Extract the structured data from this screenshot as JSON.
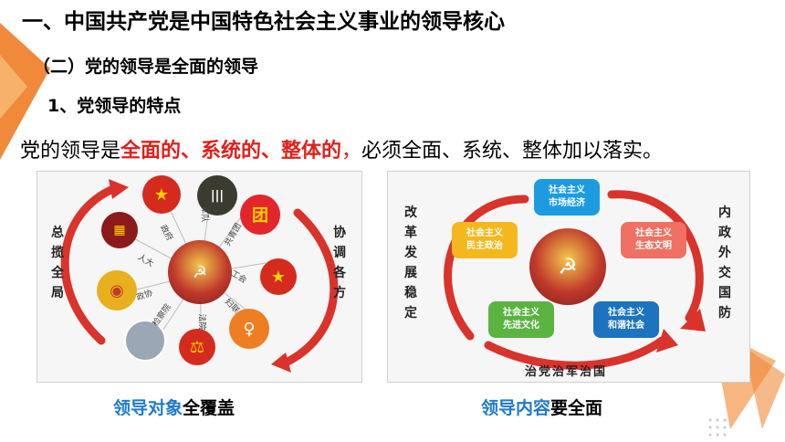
{
  "title": "一、中国共产党是中国特色社会主义事业的领导核心",
  "subtitle": "（二）党的领导是全面的领导",
  "point": "1、党领导的特点",
  "sentence": {
    "prefix": "党的领导是",
    "highlight": "全面的、系统的、整体的",
    "comma": "，",
    "suffix": "必须全面、系统、整体加以落实。"
  },
  "left_diagram": {
    "left_text": "总揽全局",
    "right_text": "协调各方",
    "spokes": [
      "政府",
      "军队",
      "人大",
      "政协",
      "工会",
      "共青团",
      "妇联",
      "法院",
      "检察院"
    ],
    "caption_blue": "领导对象",
    "caption_black": "全覆盖"
  },
  "right_diagram": {
    "left_text": "改革发展稳定",
    "right_text": "内政外交国防",
    "bottom_text": "治党治军治国",
    "bubbles": [
      {
        "line1": "社会主义",
        "line2": "市场经济",
        "color": "#1e9be0"
      },
      {
        "line1": "社会主义",
        "line2": "民主政治",
        "color": "#f5b81c"
      },
      {
        "line1": "社会主义",
        "line2": "生态文明",
        "color": "#ee7163"
      },
      {
        "line1": "社会主义",
        "line2": "先进文化",
        "color": "#5bb341"
      },
      {
        "line1": "社会主义",
        "line2": "和谐社会",
        "color": "#1d73bd"
      }
    ],
    "caption_blue": "领导内容",
    "caption_black": "要全面"
  },
  "accent_colors": {
    "orange": "#f08a3a",
    "red": "#e0201b",
    "blue": "#1f7ac8"
  }
}
